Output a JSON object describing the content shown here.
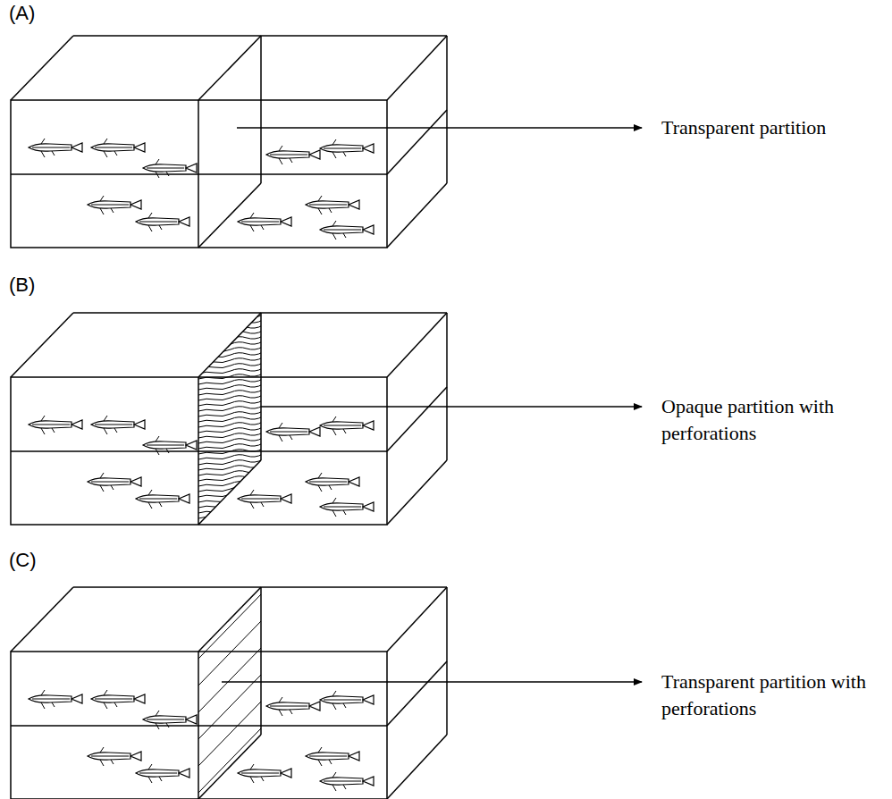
{
  "diagram": {
    "labels": [
      "(A)",
      "Transparent partition",
      "(B)",
      "Opaque partition with perforations",
      "(C)",
      "Transparent partition with perforations"
    ]
  }
}
